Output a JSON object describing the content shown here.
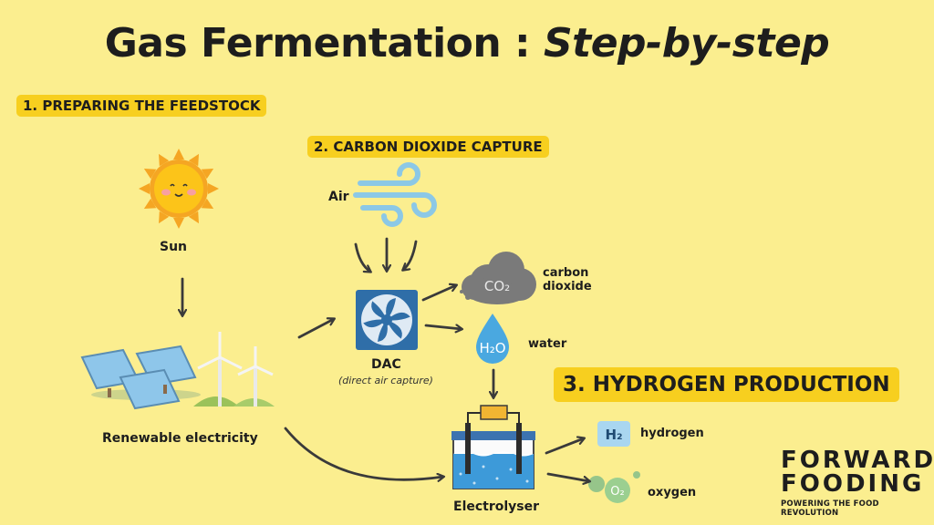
{
  "title": {
    "main": "Gas Fermentation : ",
    "italic": "Step-by-step"
  },
  "steps": {
    "s1": "1. PREPARING THE FEEDSTOCK",
    "s2": "2. CARBON DIOXIDE CAPTURE",
    "s3": "3. HYDROGEN PRODUCTION"
  },
  "labels": {
    "sun": "Sun",
    "renewable": "Renewable electricity",
    "air": "Air",
    "dac": "DAC",
    "dac_sub": "(direct air capture)",
    "co2_line1": "carbon",
    "co2_line2": "dioxide",
    "water": "water",
    "electrolyser": "Electrolyser",
    "hydrogen": "hydrogen",
    "oxygen": "oxygen"
  },
  "chem": {
    "co2": "CO₂",
    "h2o": "H₂O",
    "h2": "H₂",
    "o2": "O₂"
  },
  "logo": {
    "line1": "FORWARD",
    "line2": "FOODING",
    "tagline": "POWERING THE FOOD REVOLUTION"
  },
  "colors": {
    "background": "#fbee8f",
    "badge": "#f7cf1f",
    "sun": "#f5a623",
    "dac_blue": "#2f7fbf",
    "water_blue": "#4aa8e0",
    "cloud_gray": "#7a7a7a"
  }
}
